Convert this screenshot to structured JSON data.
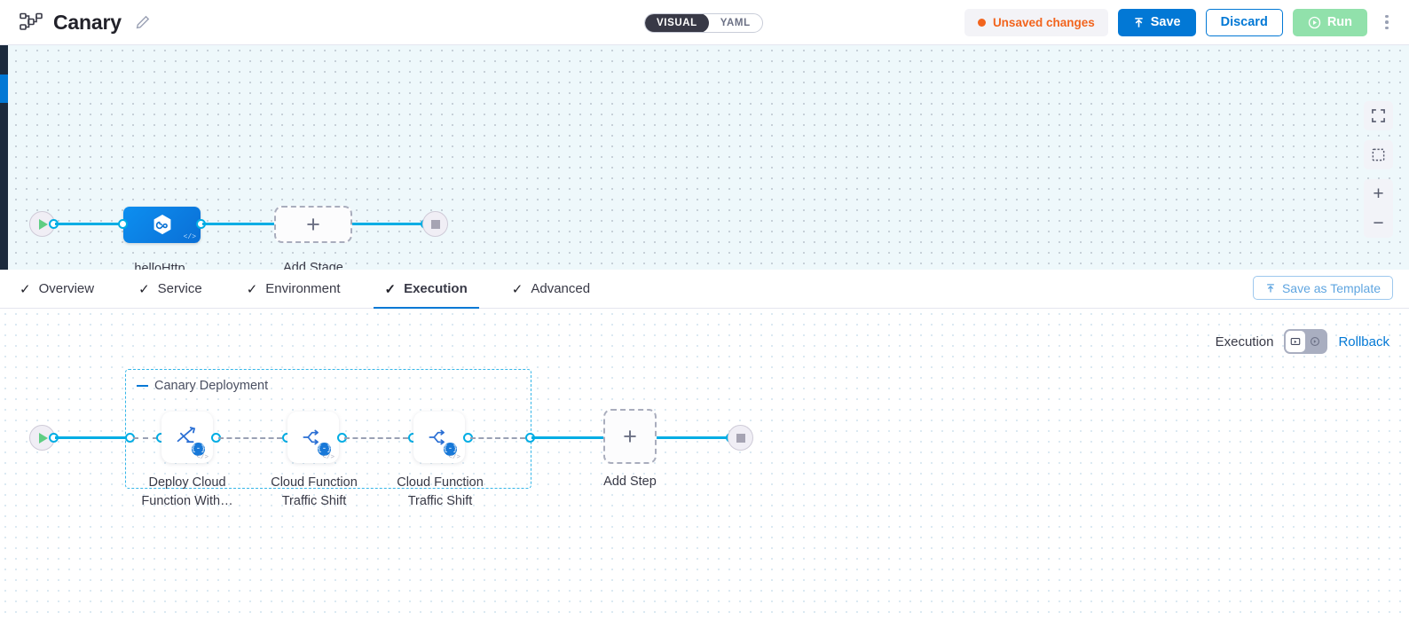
{
  "header": {
    "pipeline_icon": "pipeline-nodes-icon",
    "title": "Canary",
    "edit_icon": "pencil-icon",
    "view_toggle": {
      "options": [
        "VISUAL",
        "YAML"
      ],
      "selected": "VISUAL"
    },
    "unsaved_label": "Unsaved changes",
    "save_label": "Save",
    "discard_label": "Discard",
    "run_label": "Run",
    "more_icon": "kebab-menu-icon"
  },
  "top_canvas": {
    "start_node_icon": "play-icon",
    "end_node_icon": "stop-icon",
    "stage": {
      "label": "helloHttp",
      "icon": "hexagon-infinity-icon",
      "code_glyph": "</>"
    },
    "add_stage": {
      "label": "Add Stage",
      "icon": "plus-icon"
    },
    "controls": [
      {
        "name": "fit-screen-icon"
      },
      {
        "name": "selection-box-icon"
      },
      {
        "name": "zoom-in-icon"
      },
      {
        "name": "zoom-out-icon"
      }
    ]
  },
  "tabs": [
    {
      "label": "Overview",
      "checked": true,
      "active": false
    },
    {
      "label": "Service",
      "checked": true,
      "active": false
    },
    {
      "label": "Environment",
      "checked": true,
      "active": false
    },
    {
      "label": "Execution",
      "checked": true,
      "active": true
    },
    {
      "label": "Advanced",
      "checked": true,
      "active": false
    }
  ],
  "save_as_template": {
    "label": "Save as Template",
    "icon": "template-upload-icon"
  },
  "execution_panel": {
    "label": "Execution",
    "toggle": {
      "left_icon": "execution-view-icon",
      "right_icon": "rollback-view-icon",
      "selected": "left"
    },
    "rollback_label": "Rollback"
  },
  "bottom_canvas": {
    "start_node_icon": "play-icon",
    "end_node_icon": "stop-icon",
    "group": {
      "title": "Canary Deployment",
      "collapse_icon": "collapse-dash-icon"
    },
    "steps": [
      {
        "label": "Deploy Cloud Function With…",
        "icon": "deploy-function-icon",
        "badge": "{-}",
        "code_glyph": "</>"
      },
      {
        "label": "Cloud Function Traffic Shift",
        "icon": "traffic-shift-icon",
        "badge": "{-}",
        "code_glyph": "</>"
      },
      {
        "label": "Cloud Function Traffic Shift",
        "icon": "traffic-shift-icon",
        "badge": "{-}",
        "code_glyph": "</>"
      }
    ],
    "add_step": {
      "label": "Add Step",
      "icon": "plus-icon"
    }
  },
  "colors": {
    "accent_blue": "#0278d5",
    "edge_cyan": "#00ade4",
    "warning_orange": "#f2641d",
    "run_green": "#91e1ab",
    "group_border": "#35b6e8"
  }
}
